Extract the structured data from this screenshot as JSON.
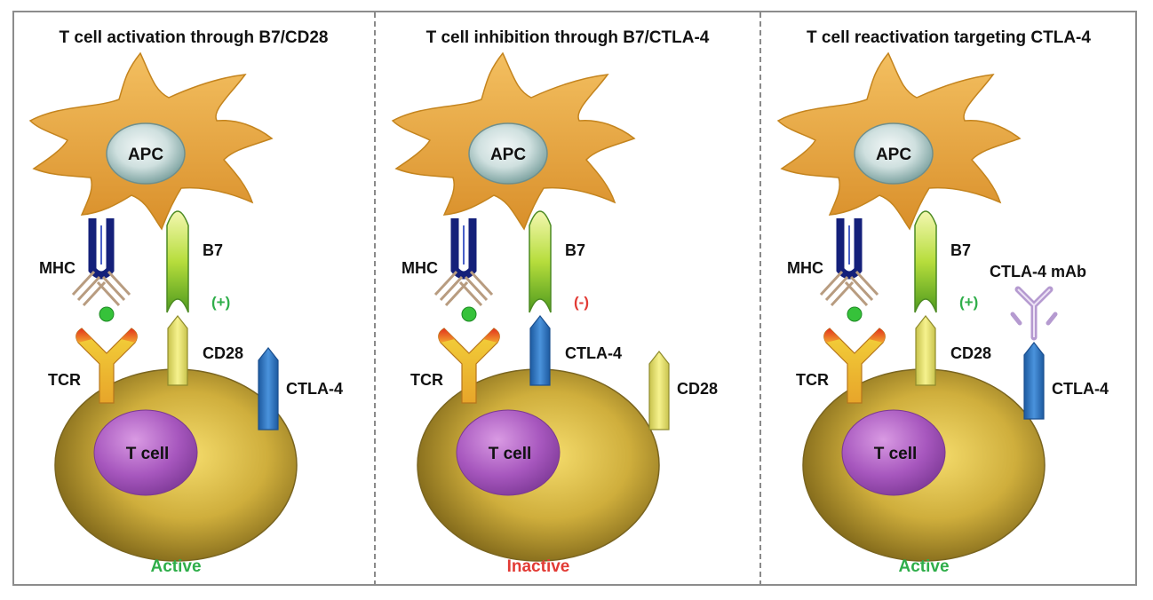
{
  "colors": {
    "active": "#2fae4a",
    "inactive": "#e23b35",
    "apc": "#e0a038",
    "tcell": "#b9992e",
    "nucleus": "#a14fb8",
    "mhc": "#14207a",
    "ctla4": "#2f76c2",
    "b7": "#9ccc2c",
    "cd28": "#e3e07a",
    "tcr": "#f2b030",
    "antibody": "#b59ad0"
  },
  "panels": [
    {
      "title": "T cell activation through B7/CD28",
      "apc_label": "APC",
      "tcell_label": "T cell",
      "mhc_label": "MHC",
      "tcr_label": "TCR",
      "b7_label": "B7",
      "signal": "(+)",
      "engaged_label": "CD28",
      "free_label": "CTLA-4",
      "status": "Active",
      "status_type": "active",
      "engaged_type": "cd28",
      "free_type": "ctla4"
    },
    {
      "title": "T cell inhibition through B7/CTLA-4",
      "apc_label": "APC",
      "tcell_label": "T cell",
      "mhc_label": "MHC",
      "tcr_label": "TCR",
      "b7_label": "B7",
      "signal": "(-)",
      "engaged_label": "CTLA-4",
      "free_label": "CD28",
      "status": "Inactive",
      "status_type": "inactive",
      "engaged_type": "ctla4",
      "free_type": "cd28"
    },
    {
      "title": "T cell reactivation targeting CTLA-4",
      "apc_label": "APC",
      "tcell_label": "T cell",
      "mhc_label": "MHC",
      "tcr_label": "TCR",
      "b7_label": "B7",
      "signal": "(+)",
      "engaged_label": "CD28",
      "free_label": "CTLA-4",
      "antibody_label": "CTLA-4 mAb",
      "status": "Active",
      "status_type": "active",
      "engaged_type": "cd28",
      "free_type": "ctla4"
    }
  ]
}
